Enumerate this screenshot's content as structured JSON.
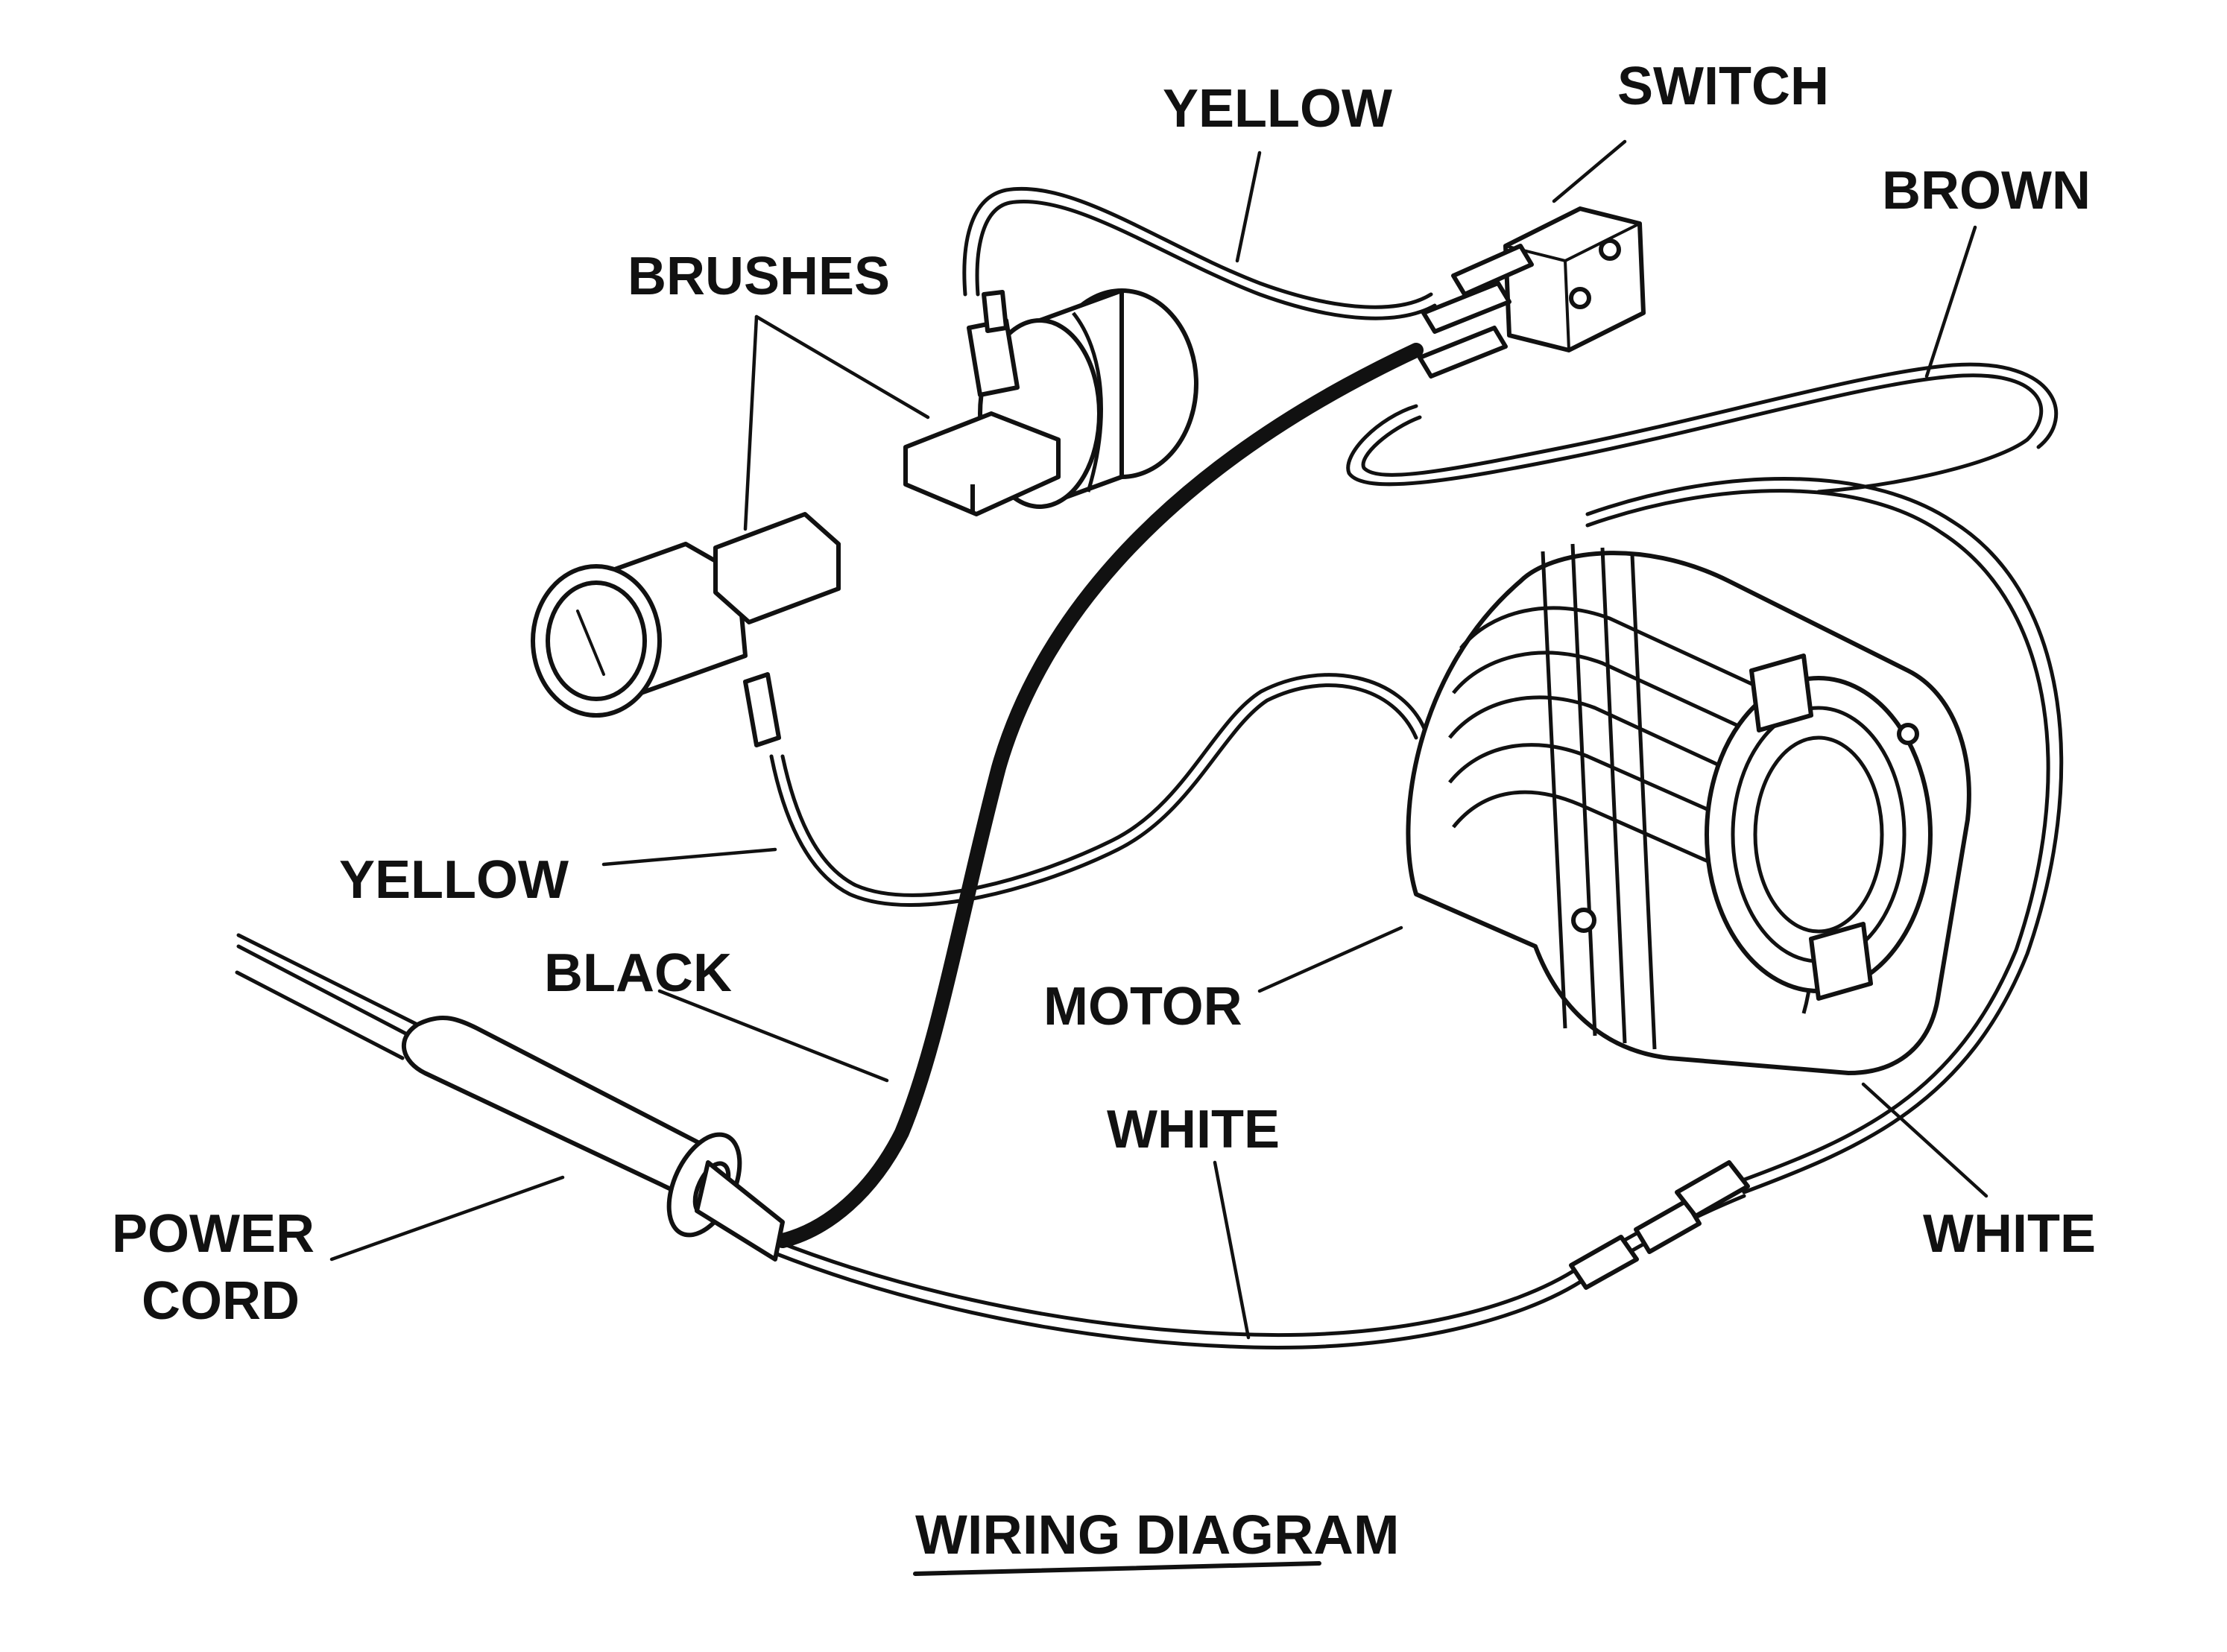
{
  "labels": {
    "yellow_top": "YELLOW",
    "switch": "SWITCH",
    "brown": "BROWN",
    "brushes": "BRUSHES",
    "yellow_left": "YELLOW",
    "black": "BLACK",
    "motor": "MOTOR",
    "white_mid": "WHITE",
    "white_right": "WHITE",
    "power_cord_line1": "POWER",
    "power_cord_line2": "CORD"
  },
  "title": "WIRING DIAGRAM",
  "colors": {
    "ink": "#111111",
    "paper": "#ffffff"
  }
}
